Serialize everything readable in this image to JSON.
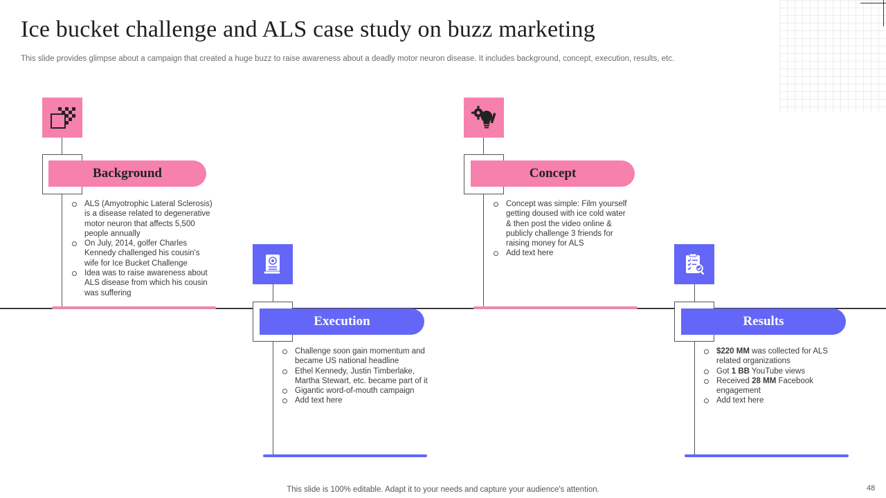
{
  "slide": {
    "title": "Ice bucket challenge and ALS case study on buzz marketing",
    "subtitle": "This slide provides glimpse about a campaign that created a huge buzz to raise awareness about a deadly motor neuron disease. It includes background, concept, execution, results, etc.",
    "footer": "This slide is 100% editable. Adapt it to your needs and capture your audience's attention.",
    "page_number": "48"
  },
  "colors": {
    "pink": "#f681ac",
    "blue": "#6366f7"
  },
  "sections": [
    {
      "heading": "Background",
      "icon": "checkered-squares-icon",
      "bullets": [
        "ALS (Amyotrophic Lateral Sclerosis) is a disease related to degenerative motor neuron that affects 5,500 people annually",
        "On July, 2014, golfer Charles Kennedy challenged his cousin's wife for Ice Bucket Challenge",
        "Idea was to raise awareness about ALS disease from which his cousin was suffering"
      ]
    },
    {
      "heading": "Execution",
      "icon": "scroll-certificate-icon",
      "bullets": [
        "Challenge soon gain momentum and became US national headline",
        "Ethel Kennedy, Justin Timberlake, Martha Stewart, etc. became part of it",
        "Gigantic word-of-mouth campaign",
        "Add text here"
      ]
    },
    {
      "heading": "Concept",
      "icon": "lightbulb-gear-icon",
      "bullets": [
        "Concept was simple: Film yourself getting doused with ice cold water & then post the video online & publicly challenge 3 friends for raising money for ALS",
        "Add text here"
      ]
    },
    {
      "heading": "Results",
      "icon": "clipboard-checklist-icon",
      "bullets": [
        {
          "strong": "$220 MM",
          "text": " was collected for ALS related organizations"
        },
        {
          "pre": "Got ",
          "strong": "1 BB",
          "text": " YouTube views"
        },
        {
          "pre": "Received ",
          "strong": "28 MM",
          "text": " Facebook engagement"
        },
        {
          "text": "Add text here"
        }
      ]
    }
  ]
}
